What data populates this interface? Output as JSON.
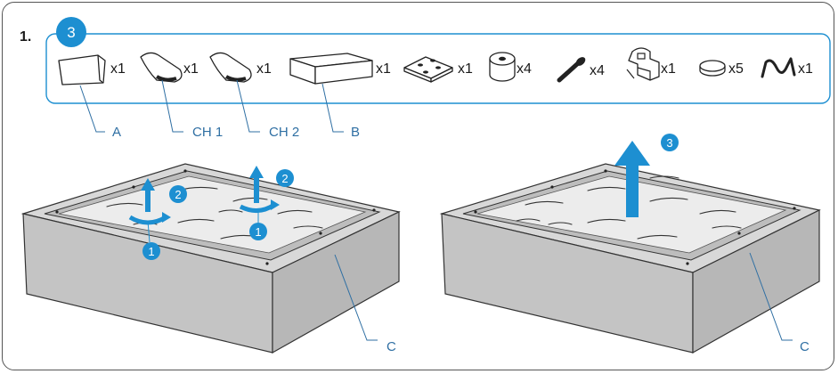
{
  "step": {
    "number": "1.",
    "badge": "3"
  },
  "parts": [
    {
      "icon": "cover-a-icon",
      "qty": "x1"
    },
    {
      "icon": "cushion-ch1-icon",
      "qty": "x1"
    },
    {
      "icon": "cushion-ch2-icon",
      "qty": "x1"
    },
    {
      "icon": "box-b-icon",
      "qty": "x1"
    },
    {
      "icon": "plate-icon",
      "qty": "x1"
    },
    {
      "icon": "spacer-icon",
      "qty": "x4"
    },
    {
      "icon": "screw-icon",
      "qty": "x4"
    },
    {
      "icon": "clamp-icon",
      "qty": "x1"
    },
    {
      "icon": "disc-icon",
      "qty": "x5"
    },
    {
      "icon": "hook-icon",
      "qty": "x1"
    }
  ],
  "labels": {
    "a": "A",
    "ch1": "CH 1",
    "ch2": "CH 2",
    "b": "B",
    "c_left": "C",
    "c_right": "C"
  },
  "markers": {
    "one": "1",
    "two": "2",
    "three": "3"
  },
  "colors": {
    "accent": "#1d8fd1",
    "label": "#2f6fa3",
    "box_side": "#c4c4c4",
    "box_top": "#d8d8d8",
    "fabric": "#e9e9e9"
  }
}
